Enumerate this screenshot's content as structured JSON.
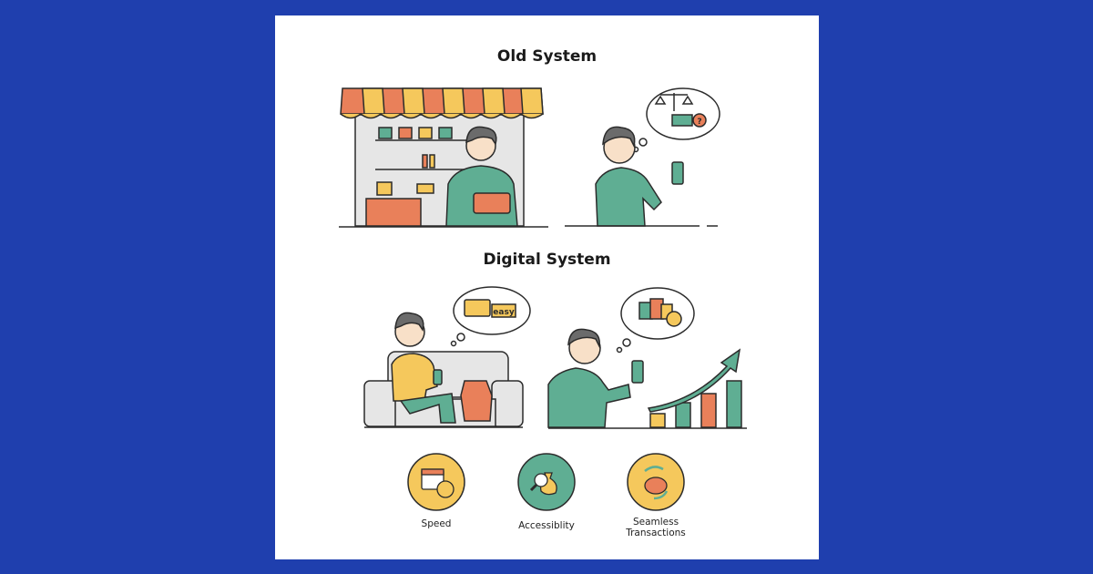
{
  "colors": {
    "background": "#1f3fae",
    "card": "#ffffff",
    "teal": "#5fae93",
    "orange": "#e9805a",
    "yellow": "#f5c85c",
    "outline": "#2b2b2b",
    "gray": "#e6e6e6",
    "skin": "#f8e0c8"
  },
  "sections": {
    "old_title": "Old System",
    "digital_title": "Digital System"
  },
  "thought_bubbles": {
    "easy_label": "easy",
    "question_mark": "?"
  },
  "icons": {
    "old_left": [
      "market-stall-icon",
      "wallet-icon",
      "coffee-cup-icon"
    ],
    "old_right": [
      "balance-scale-icon",
      "cash-icon",
      "smartphone-icon"
    ],
    "digital_left": [
      "sofa-icon",
      "credit-card-icon",
      "delivery-box-icon"
    ],
    "digital_right": [
      "shopping-bags-icon",
      "growth-chart-icon",
      "smartphone-icon"
    ]
  },
  "benefits": [
    {
      "label": "Speed",
      "icon": "calendar-dollar-icon"
    },
    {
      "label": "Accessiblity",
      "icon": "magnifier-moneybag-icon"
    },
    {
      "label": "Seamless Transactions",
      "label_line1": "Seamless",
      "label_line2": "Transactions",
      "icon": "piggy-bank-cycle-icon"
    }
  ]
}
